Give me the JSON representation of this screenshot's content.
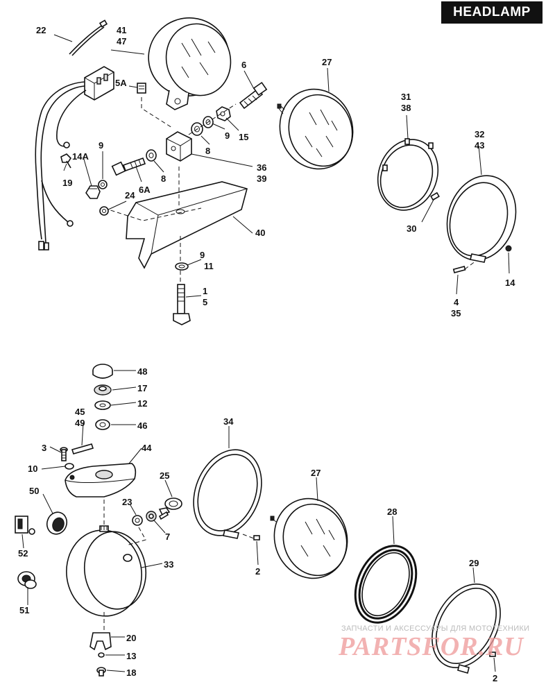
{
  "title": "HEADLAMP",
  "watermark": {
    "line1": "ЗАПЧАСТИ И АКСЕССУАРЫ ДЛЯ МОТОТЕХНИКИ",
    "line2": "PARTSFOR.RU"
  },
  "callouts_top": {
    "c22": "22",
    "c41": "41",
    "c47": "47",
    "c5a": "5A",
    "c6": "6",
    "c27": "27",
    "c31": "31",
    "c38": "38",
    "c32": "32",
    "c43": "43",
    "c9a": "9",
    "c14a": "14A",
    "c19": "19",
    "c6a": "6A",
    "c8a": "8",
    "c8b": "8",
    "c9b": "9",
    "c15": "15",
    "c36": "36",
    "c39": "39",
    "c24": "24",
    "c40": "40",
    "c30": "30",
    "c9c": "9",
    "c11": "11",
    "c1": "1",
    "c5": "5",
    "c14": "14",
    "c4": "4",
    "c35": "35"
  },
  "callouts_bottom": {
    "c48": "48",
    "c17": "17",
    "c12": "12",
    "c45": "45",
    "c49": "49",
    "c46": "46",
    "c3": "3",
    "c44": "44",
    "c10": "10",
    "c50": "50",
    "c25": "25",
    "c23": "23",
    "c7": "7",
    "c34": "34",
    "c27b": "27",
    "c28": "28",
    "c52": "52",
    "c33": "33",
    "c2a": "2",
    "c51": "51",
    "c29": "29",
    "c20": "20",
    "c13": "13",
    "c18": "18",
    "c2b": "2"
  }
}
